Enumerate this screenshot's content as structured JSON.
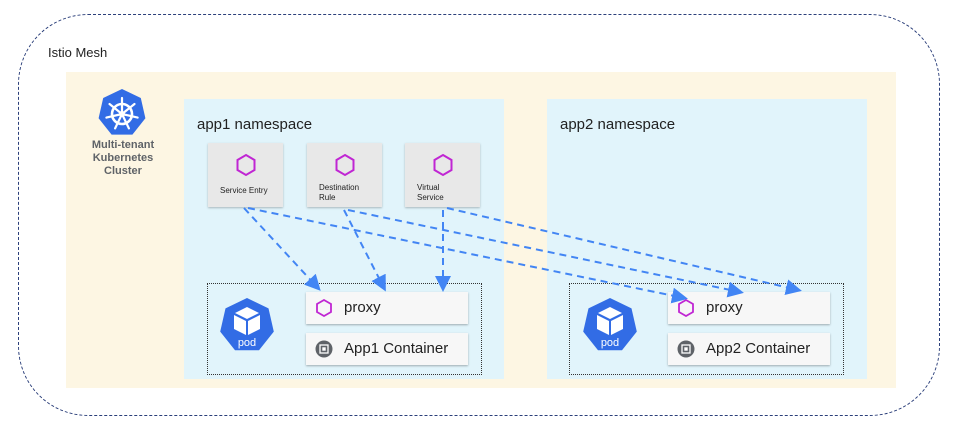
{
  "mesh": {
    "label": "Istio Mesh"
  },
  "cluster": {
    "label": "Multi-tenant Kubernetes Cluster",
    "icon": "kubernetes-icon"
  },
  "namespaces": [
    {
      "title": "app1 namespace",
      "configs": [
        {
          "label": "Service Entry",
          "icon": "hexagon-icon"
        },
        {
          "label": "Destination Rule",
          "icon": "hexagon-icon"
        },
        {
          "label": "Virtual Service",
          "icon": "hexagon-icon"
        }
      ],
      "pod": {
        "label": "pod",
        "proxy": "proxy",
        "container": "App1 Container"
      }
    },
    {
      "title": "app2 namespace",
      "pod": {
        "label": "pod",
        "proxy": "proxy",
        "container": "App2 Container"
      }
    }
  ],
  "colors": {
    "mesh_border": "#2b3f7a",
    "cluster_bg": "#fdf6e3",
    "namespace_bg": "#e1f4fb",
    "k8s_blue": "#326ce5",
    "istio_purple": "#c026d3",
    "arrow": "#4285f4",
    "container_icon": "#5f6368"
  }
}
